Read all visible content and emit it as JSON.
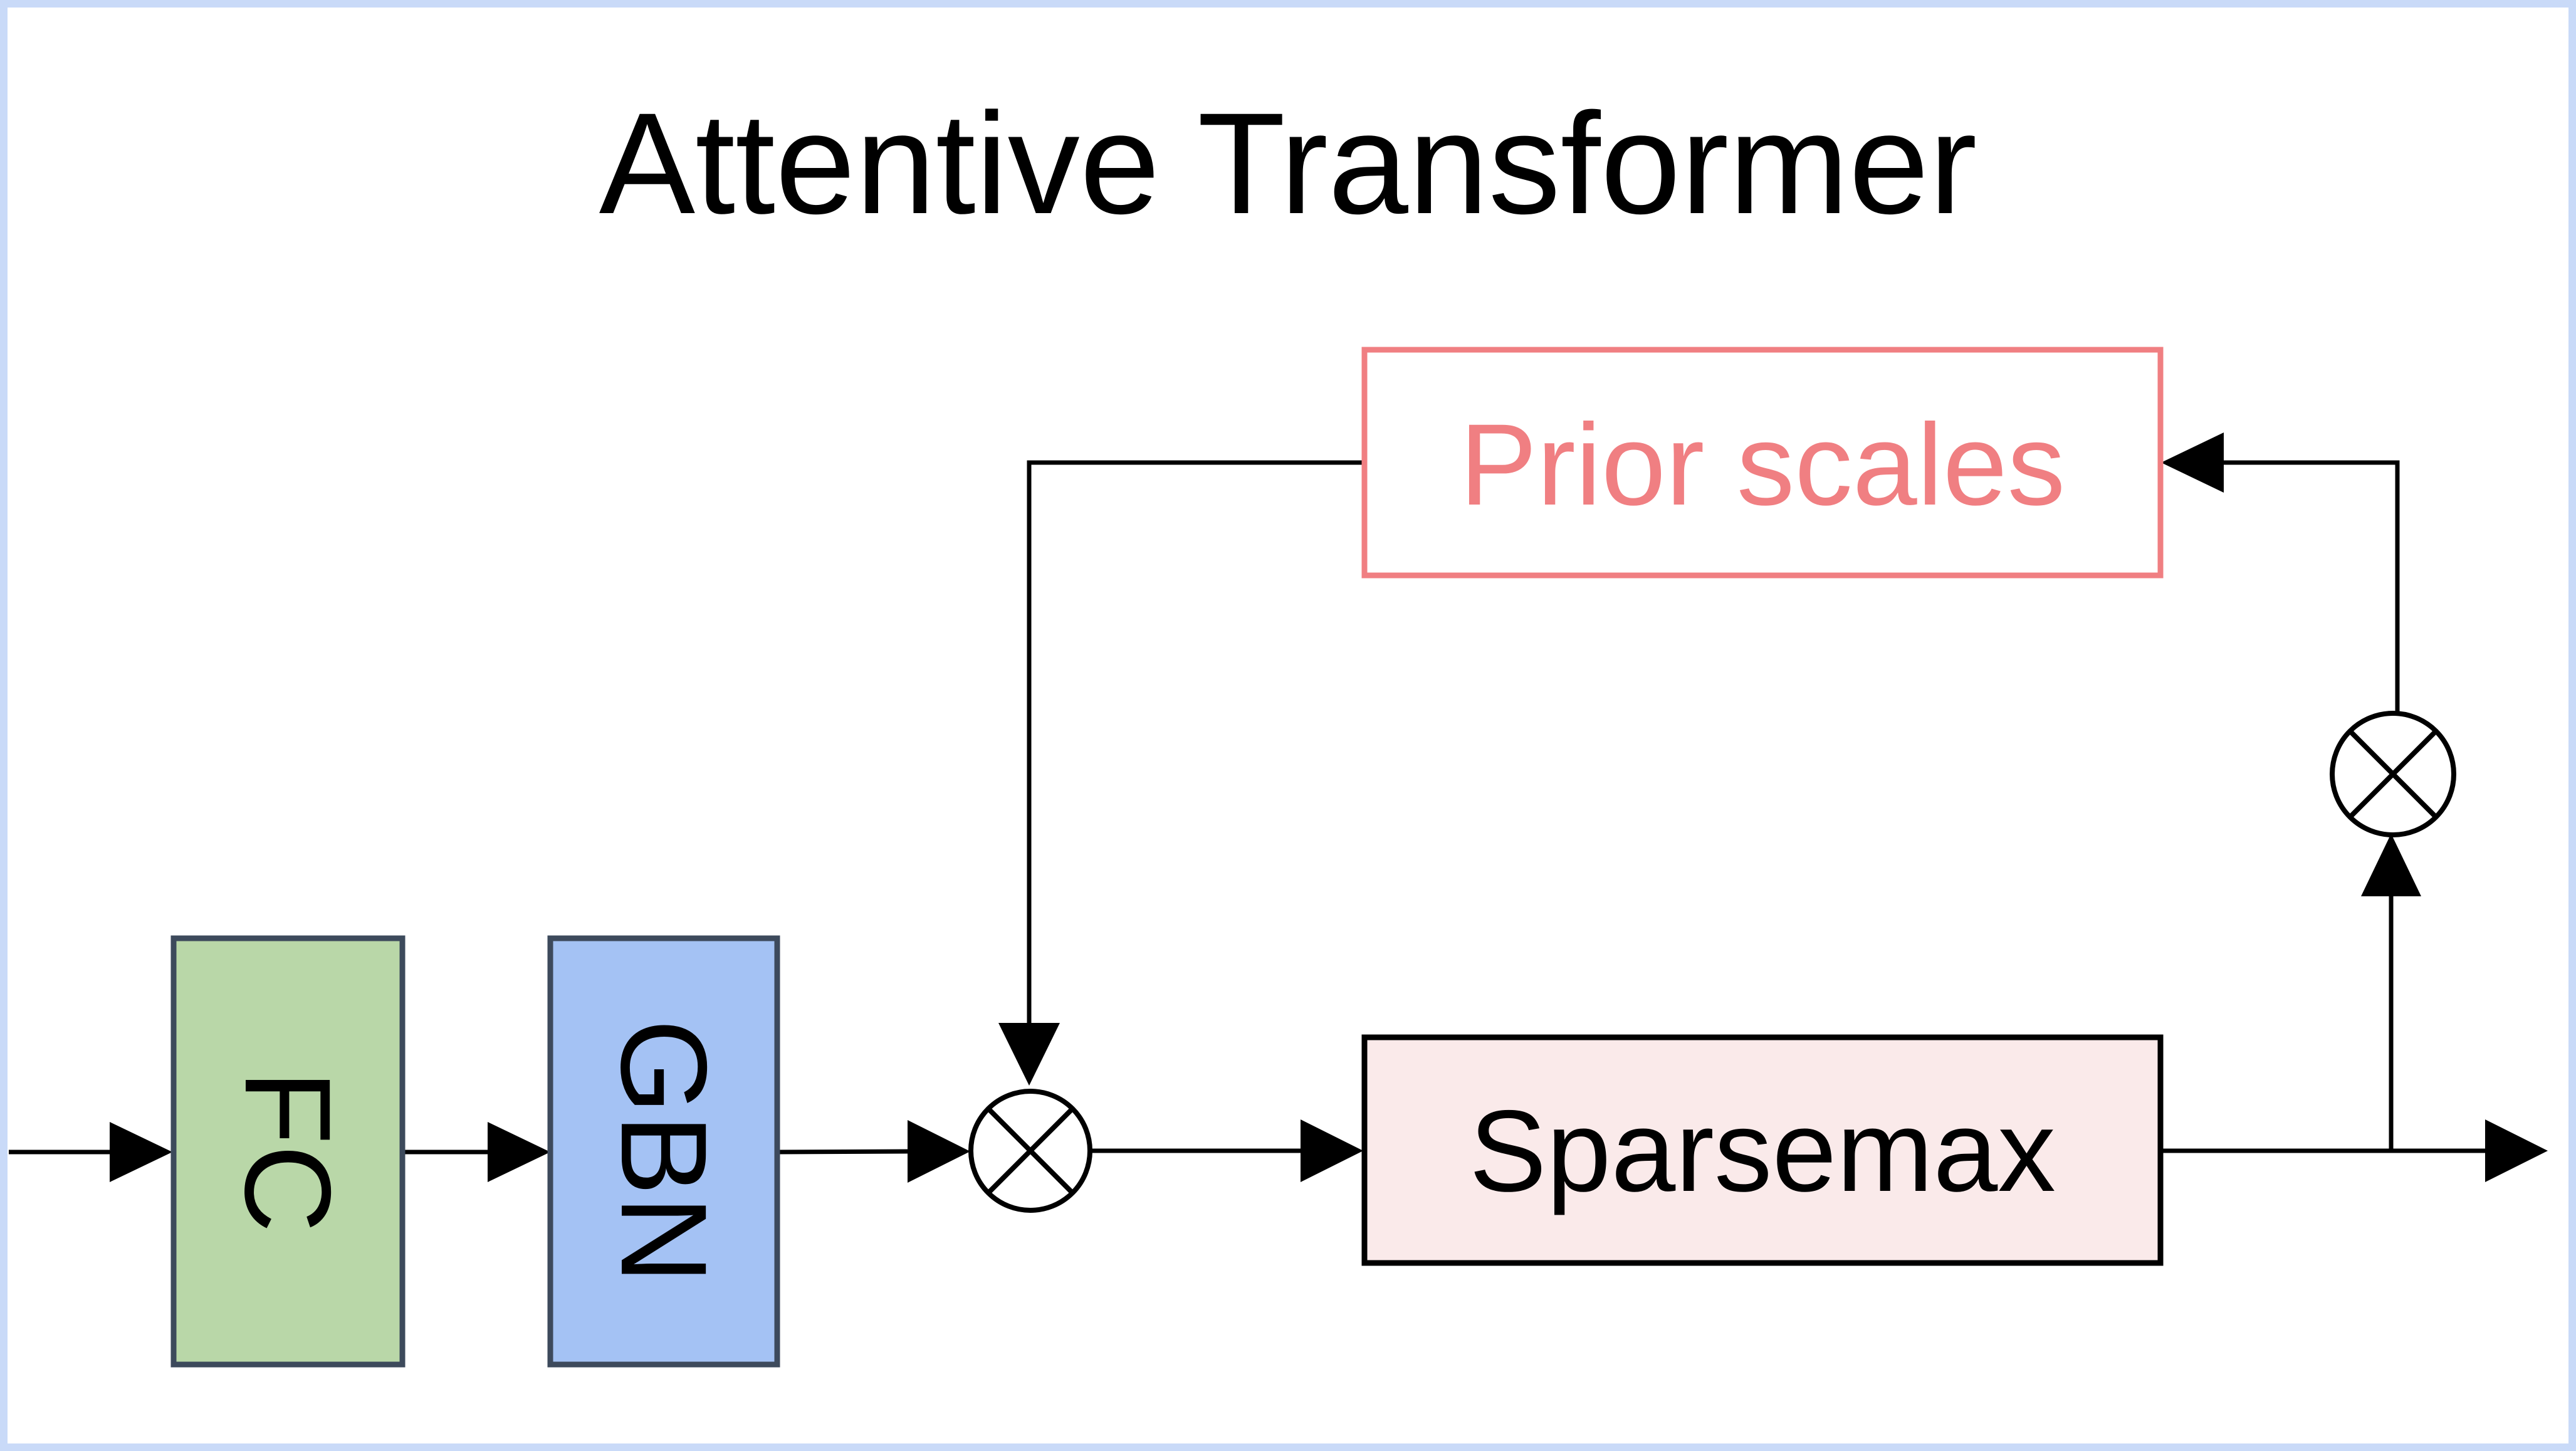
{
  "title": "Attentive Transformer",
  "blocks": {
    "fc": {
      "label": "FC",
      "fill": "#b9d7a8",
      "stroke": "#3d4a5c"
    },
    "gbn": {
      "label": "GBN",
      "fill": "#a4c2f4",
      "stroke": "#3d4a5c"
    },
    "sparsemax": {
      "label": "Sparsemax",
      "fill": "#faeaea",
      "stroke": "#000000"
    },
    "prior_scales": {
      "label": "Prior scales",
      "fill": "#ffffff",
      "stroke": "#f07f82",
      "text_color": "#f07f82"
    }
  },
  "operators": {
    "multiply_main": {
      "symbol": "times-circle-icon"
    },
    "multiply_feedback": {
      "symbol": "times-circle-icon"
    }
  },
  "frame": {
    "stroke": "#c9daf8"
  }
}
